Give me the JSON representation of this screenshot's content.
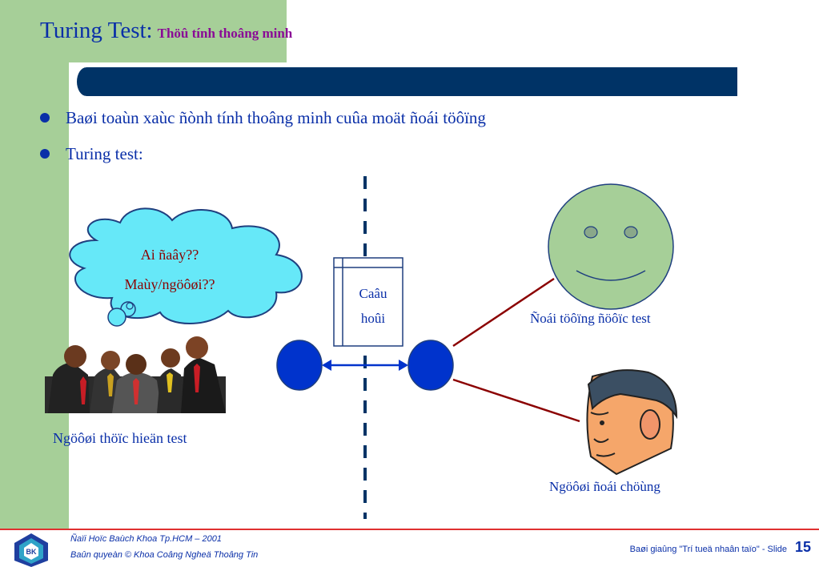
{
  "title": {
    "main": "Turing Test:",
    "sub": "Thöû tính thoâng minh"
  },
  "bullets": [
    "Baøi toaùn xaùc ñònh tính thoâng minh cuûa moät ñoái töôïng",
    "Turing test:"
  ],
  "diagram": {
    "cloud_line1": "Ai ñaây??",
    "cloud_line2": "Maùy/ngöôøi??",
    "question_line1": "Caâu",
    "question_line2": "hoûi",
    "tester_label": "Ngöôøi thöïc hieän test",
    "object_label": "Ñoái töôïng ñöôïc test",
    "person_label": "Ngöôøi ñoái chöùng"
  },
  "footer": {
    "line1": "Ñaïi Hoïc Baùch Khoa Tp.HCM – 2001",
    "line2": "Baûn quyeàn © Khoa Coâng Ngheä Thoâng Tin",
    "credit": "Baøi giaûng \"Trí tueä nhaân taïo\" - Slide",
    "slide_number": "15",
    "logo_text": "BK"
  },
  "colors": {
    "green": "#a6cf98",
    "navy": "#003366",
    "text_blue": "#0a2fa8",
    "title_purple": "#8a0a96",
    "cloud_cyan": "#66e8f8",
    "node_blue": "#0033cc",
    "line_dark_red": "#8b0000",
    "face_green": "#a6cf98",
    "footer_red": "#e03030"
  }
}
